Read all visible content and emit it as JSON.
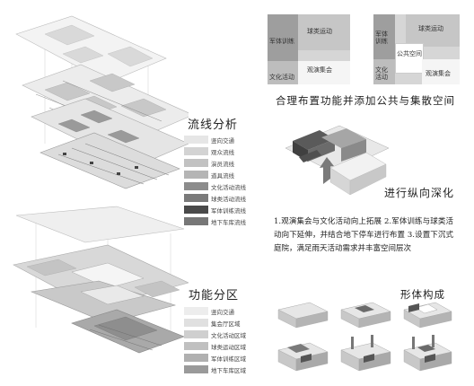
{
  "sections": {
    "flow_title": "流线分析",
    "function_title": "功能分区",
    "layout_title": "合理布置功能并添加公共与集散空间",
    "vertical_title": "进行纵向深化",
    "form_title": "形体构成"
  },
  "flow_legend": [
    {
      "label": "竖向交通",
      "color": "#e6e6e6"
    },
    {
      "label": "观众流线",
      "color": "#d3d3d3"
    },
    {
      "label": "演员流线",
      "color": "#c2c2c2"
    },
    {
      "label": "道具流线",
      "color": "#b5b5b5"
    },
    {
      "label": "文化活动流线",
      "color": "#8c8c8c"
    },
    {
      "label": "球类活动流线",
      "color": "#7a7a7a"
    },
    {
      "label": "军体训练流线",
      "color": "#4a4a4a"
    },
    {
      "label": "地下车库流线",
      "color": "#777777"
    }
  ],
  "function_legend": [
    {
      "label": "竖向交通",
      "color": "#ededed"
    },
    {
      "label": "集会厅区域",
      "color": "#e0e0e0"
    },
    {
      "label": "文化活动区域",
      "color": "#cfcfcf"
    },
    {
      "label": "球类运动区域",
      "color": "#c0c0c0"
    },
    {
      "label": "军体训练区域",
      "color": "#b0b0b0"
    },
    {
      "label": "地下车库区域",
      "color": "#9a9a9a"
    }
  ],
  "zone_diagram_1": {
    "military": "军体训练",
    "ball": "球类运动",
    "culture": "文化活动",
    "assembly": "观演集会"
  },
  "zone_diagram_2": {
    "military": "军体\n训练",
    "ball": "球类运动",
    "public": "公共空间",
    "culture": "文化\n活动",
    "assembly": "观演集会"
  },
  "strategy_text": "1.观演集会与文化活动向上拓展 2.军体训练与球类活动向下延伸，并结合地下停车进行布置 3.设置下沉式庭院，满足雨天活动需求并丰富空间层次",
  "colors": {
    "dark": "#555555",
    "mid": "#9a9a9a",
    "light": "#d6d6d6",
    "pale": "#ececec"
  }
}
